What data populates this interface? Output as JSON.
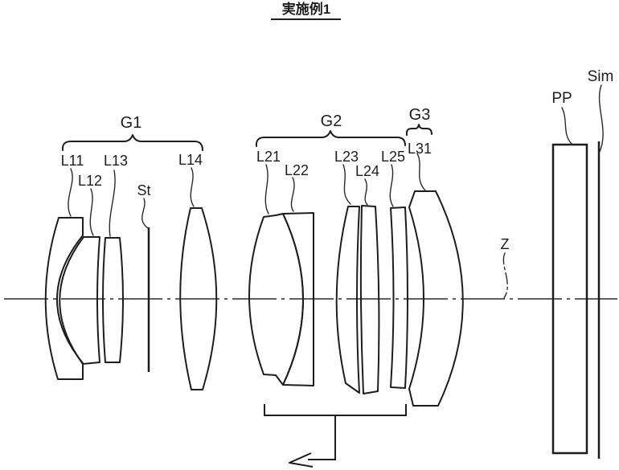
{
  "title": "実施例1",
  "labels": {
    "g1": "G1",
    "g2": "G2",
    "g3": "G3",
    "l11": "L11",
    "l12": "L12",
    "l13": "L13",
    "st": "St",
    "l14": "L14",
    "l21": "L21",
    "l22": "L22",
    "l23": "L23",
    "l24": "L24",
    "l25": "L25",
    "l31": "L31",
    "z": "Z",
    "pp": "PP",
    "sim": "Sim"
  },
  "diagram": {
    "kind": "optical-lens-cross-section",
    "groups": [
      {
        "label": "G1",
        "members": [
          "L11",
          "L12",
          "L13",
          "St",
          "L14"
        ]
      },
      {
        "label": "G2",
        "members": [
          "L21",
          "L22",
          "L23",
          "L24",
          "L25"
        ]
      },
      {
        "label": "G3",
        "members": [
          "L31"
        ]
      }
    ],
    "aperture_stop": "St",
    "optical_axis": "Z",
    "plane_parallel_plate": "PP",
    "image_plane": "Sim",
    "focus_bracket": {
      "under_group": "G2",
      "arrow_direction": "left"
    }
  },
  "colors": {
    "line": "#1d1d1d",
    "background": "#ffffff"
  }
}
